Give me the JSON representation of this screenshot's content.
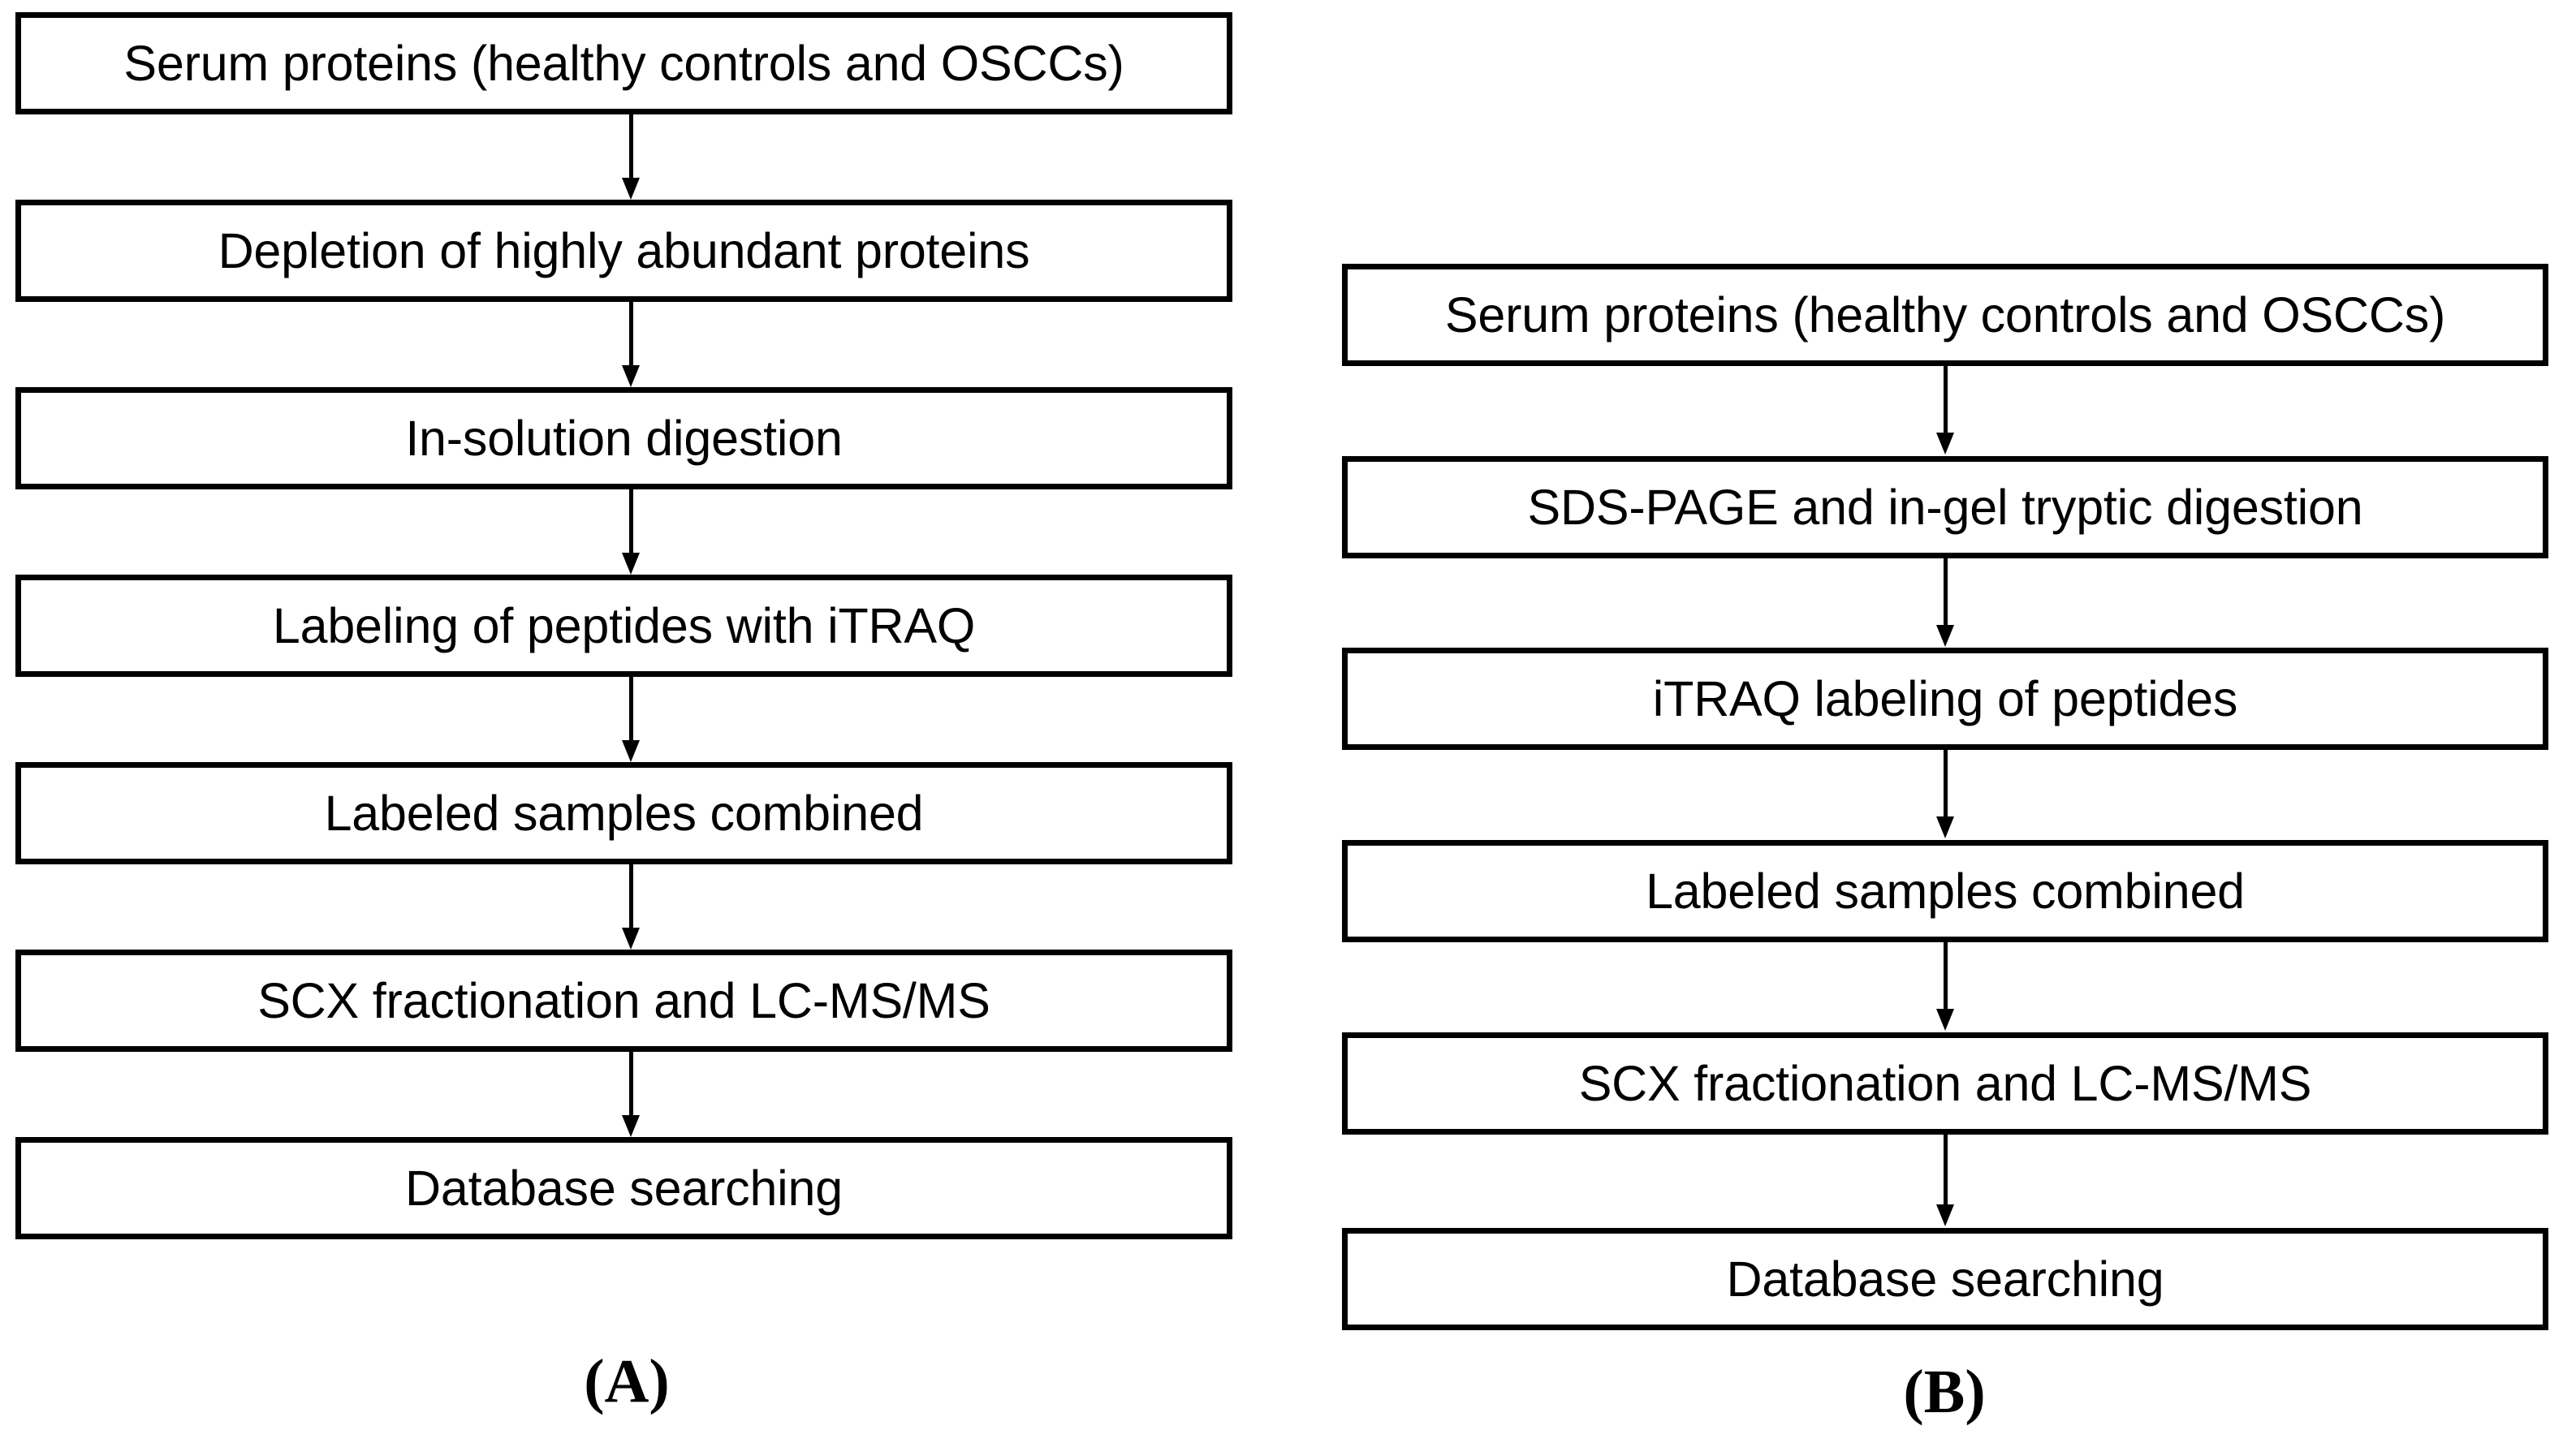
{
  "figure": {
    "background_color": "#ffffff",
    "line_color": "#000000",
    "text_color": "#000000"
  },
  "panels": [
    {
      "id": "A",
      "letter": "(A)",
      "steps": [
        {
          "label": "Serum proteins (healthy controls and OSCCs)"
        },
        {
          "label": "Depletion of highly abundant proteins"
        },
        {
          "label": "In-solution digestion"
        },
        {
          "label": "Labeling of peptides with iTRAQ"
        },
        {
          "label": "Labeled samples combined"
        },
        {
          "label": "SCX fractionation and LC-MS/MS"
        },
        {
          "label": "Database searching"
        }
      ],
      "arrows": [
        {
          "name": "arrow-a-1"
        },
        {
          "name": "arrow-a-2"
        },
        {
          "name": "arrow-a-3"
        },
        {
          "name": "arrow-a-4"
        },
        {
          "name": "arrow-a-5"
        },
        {
          "name": "arrow-a-6"
        }
      ]
    },
    {
      "id": "B",
      "letter": "(B)",
      "steps": [
        {
          "label": "Serum proteins (healthy controls and OSCCs)"
        },
        {
          "label": "SDS-PAGE and in-gel tryptic digestion"
        },
        {
          "label": "iTRAQ labeling of peptides"
        },
        {
          "label": "Labeled samples combined"
        },
        {
          "label": "SCX fractionation and LC-MS/MS"
        },
        {
          "label": "Database searching"
        }
      ],
      "arrows": [
        {
          "name": "arrow-b-1"
        },
        {
          "name": "arrow-b-2"
        },
        {
          "name": "arrow-b-3"
        },
        {
          "name": "arrow-b-4"
        },
        {
          "name": "arrow-b-5"
        }
      ]
    }
  ]
}
